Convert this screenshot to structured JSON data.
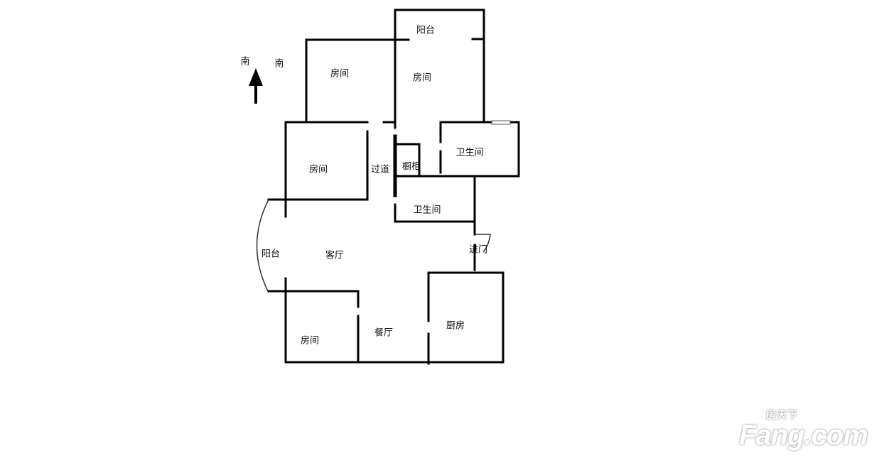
{
  "compass": {
    "label_left": "南",
    "label_right": "南",
    "arrow_icon": "north-arrow-icon"
  },
  "rooms": [
    {
      "id": "balcony-top",
      "label": "阳台"
    },
    {
      "id": "bedroom-north-west",
      "label": "房间"
    },
    {
      "id": "bedroom-north-east",
      "label": "房间"
    },
    {
      "id": "bedroom-west",
      "label": "房间"
    },
    {
      "id": "corridor",
      "label": "过道"
    },
    {
      "id": "cabinet",
      "label": "橱柜"
    },
    {
      "id": "bathroom-east",
      "label": "卫生间"
    },
    {
      "id": "bathroom-center",
      "label": "卫生间"
    },
    {
      "id": "entrance",
      "label": "进门"
    },
    {
      "id": "balcony-west",
      "label": "阳台"
    },
    {
      "id": "living-room",
      "label": "客厅"
    },
    {
      "id": "bedroom-south",
      "label": "房间"
    },
    {
      "id": "dining-room",
      "label": "餐厅"
    },
    {
      "id": "kitchen",
      "label": "厨房"
    }
  ],
  "watermark": {
    "brand": "Fang.com",
    "brand_cn": "房天下"
  },
  "colors": {
    "wall": "#000000",
    "background": "#ffffff"
  }
}
